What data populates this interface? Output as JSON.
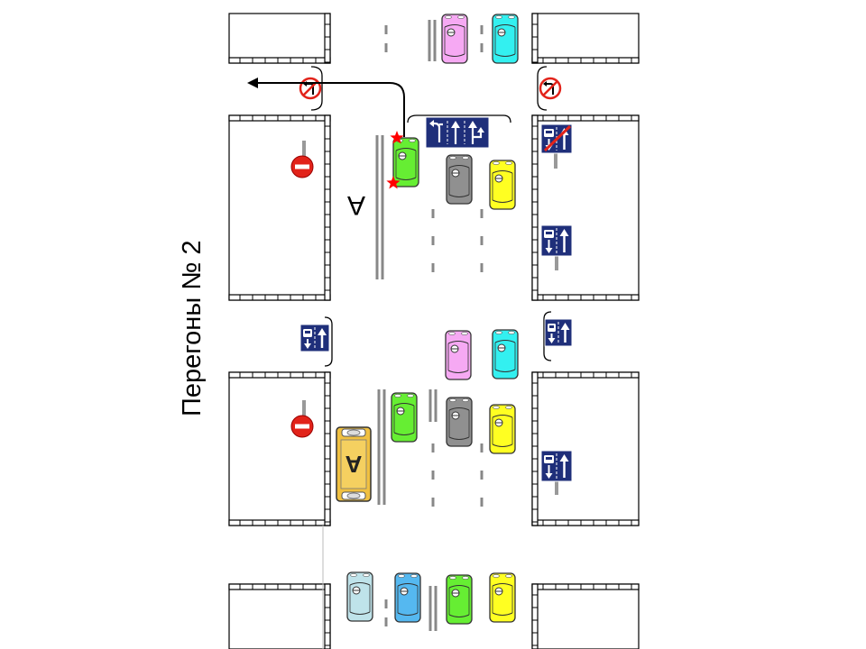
{
  "slide": {
    "title": "Перегоны № 2"
  },
  "labels": {
    "bus_letter": "А",
    "lane_letter": "А"
  },
  "colors": {
    "background": "#ffffff",
    "sign_blue": "#1f2f7a",
    "sign_red": "#e2231a",
    "car_pink": "#f6a9f3",
    "car_cyan": "#33f0f0",
    "car_green": "#66ee33",
    "car_gray": "#909090",
    "car_yellow": "#ffff22",
    "car_lightblue": "#bfe3ea",
    "car_skyblue": "#55b8f0",
    "bus_body": "#f0c040",
    "star_red": "#ff0000"
  },
  "vehicles": [
    {
      "id": "car-top-pink",
      "color": "pink"
    },
    {
      "id": "car-top-cyan",
      "color": "cyan"
    },
    {
      "id": "car-green-turning",
      "color": "green"
    },
    {
      "id": "car-gray-upper",
      "color": "gray"
    },
    {
      "id": "car-yellow-upper",
      "color": "yellow"
    },
    {
      "id": "car-pink-middle",
      "color": "pink"
    },
    {
      "id": "car-cyan-middle",
      "color": "cyan"
    },
    {
      "id": "car-green-lower",
      "color": "green"
    },
    {
      "id": "car-gray-lower",
      "color": "gray"
    },
    {
      "id": "car-yellow-lower",
      "color": "yellow"
    },
    {
      "id": "car-bottom-lightblue",
      "color": "lightblue"
    },
    {
      "id": "car-bottom-skyblue",
      "color": "skyblue"
    },
    {
      "id": "car-bottom-green",
      "color": "green"
    },
    {
      "id": "car-bottom-yellow",
      "color": "yellow"
    },
    {
      "id": "bus-route-a",
      "color": "bus"
    }
  ],
  "signs": [
    {
      "id": "sign-no-left-turn-left",
      "icon": "no-left-turn-icon"
    },
    {
      "id": "sign-no-left-turn-right",
      "icon": "no-left-turn-icon"
    },
    {
      "id": "sign-no-entry-upper",
      "icon": "no-entry-icon"
    },
    {
      "id": "sign-no-entry-lower",
      "icon": "no-entry-icon"
    },
    {
      "id": "sign-lane-directions",
      "icon": "lane-directions-icon"
    },
    {
      "id": "sign-bus-lane-end",
      "icon": "bus-lane-end-icon"
    },
    {
      "id": "sign-bus-lane-upper",
      "icon": "bus-lane-icon"
    },
    {
      "id": "sign-bus-lane-lower",
      "icon": "bus-lane-icon"
    },
    {
      "id": "sign-bus-lane-mid-left",
      "icon": "bus-lane-icon"
    },
    {
      "id": "sign-bus-lane-mid-right",
      "icon": "bus-lane-icon"
    }
  ]
}
